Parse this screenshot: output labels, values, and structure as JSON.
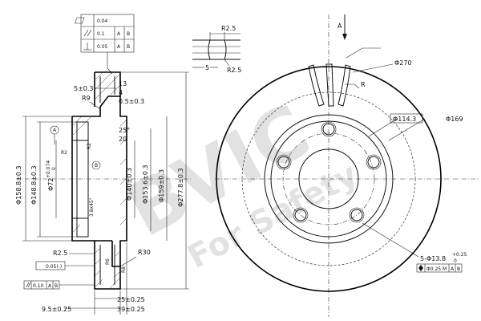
{
  "watermark": {
    "brand": "BVIC",
    "slogan": "For Safety"
  },
  "tolerance_frame": {
    "t1": "0.04",
    "t2": "0.1",
    "t2_refs": [
      "A",
      "B"
    ],
    "t3": "0.05",
    "t3_refs": [
      "A",
      "B"
    ]
  },
  "view_label": "A",
  "top_dims": {
    "r_top": "R2.5",
    "r_right": "R2.5",
    "width": "5"
  },
  "section_dims": {
    "d_158": "Φ158.8±0.3",
    "d_148": "Φ148.8±0.3",
    "d_72": "Φ72",
    "d_72_tol_up": "+0.074",
    "d_72_tol_lo": "0",
    "d_140": "Φ140±0.3",
    "d_153": "Φ153.6±0.3",
    "d_159": "Φ159±0.3",
    "d_277": "Φ277.8±0.3",
    "t_5": "5±0.3",
    "t_13": "13",
    "t_4": "4",
    "t_05": "0.5±0.3",
    "r9": "R9",
    "ang_25": "25°",
    "t_20": "20",
    "r2_left": "R2",
    "r2_mid": "R2",
    "chamfer": "3.8x45°",
    "r2_5": "R2.5",
    "r30": "R30",
    "r8": "R8",
    "r6": "R6",
    "datum_a": "A",
    "datum_b": "B",
    "flat_tol": "0.05(-)",
    "par_tol": "0.10",
    "par_refs": [
      "A",
      "B"
    ],
    "b_25": "25±0.25",
    "b_95": "9.5±0.25",
    "b_39": "39±0.25"
  },
  "front_dims": {
    "d_270": "Φ270",
    "d_114": "Φ114.3",
    "d_169": "Φ169",
    "r": "R",
    "holes": "5-Φ13.8",
    "holes_tol_up": "+0.25",
    "holes_tol_lo": "0",
    "pos_tol": "Φ0.25",
    "pos_mod": "M",
    "pos_refs": [
      "A",
      "B"
    ]
  }
}
